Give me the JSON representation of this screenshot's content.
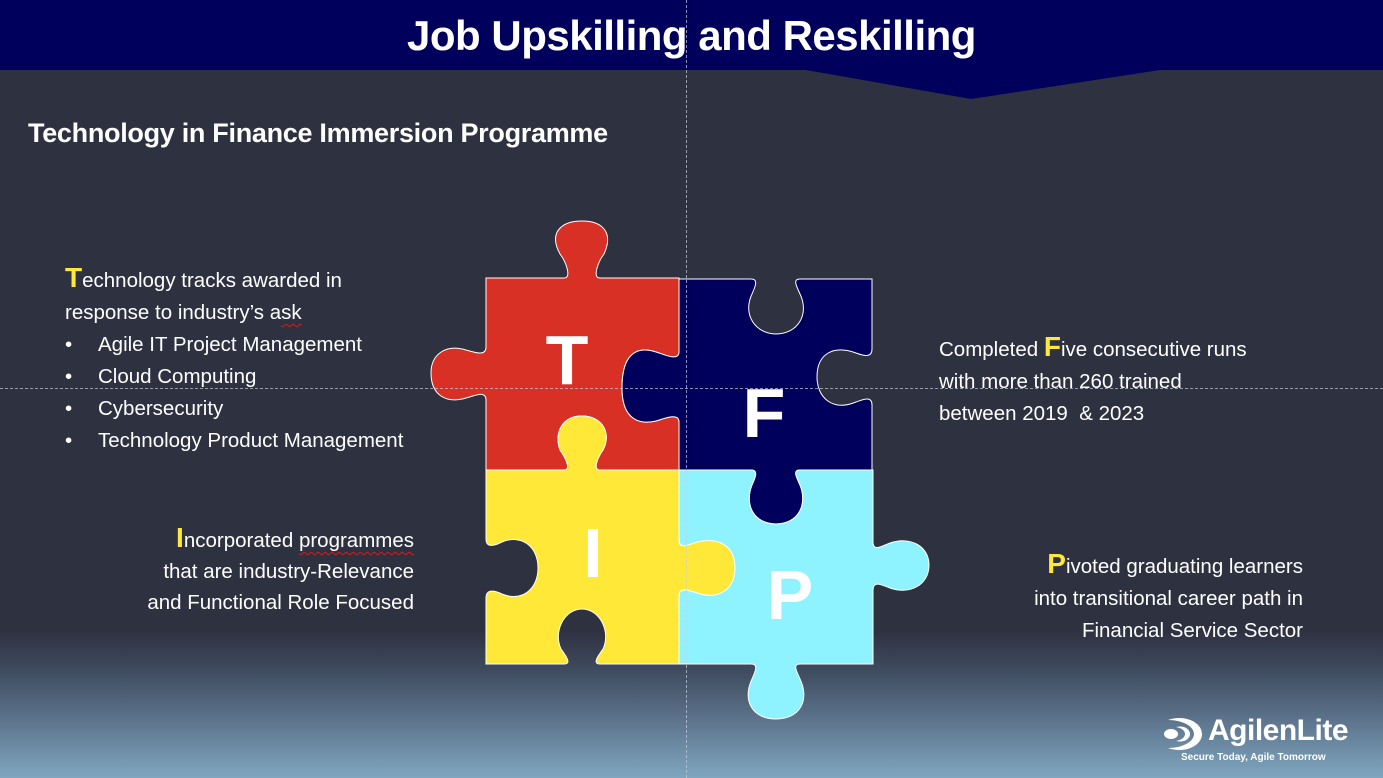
{
  "header": {
    "title": "Job Upskilling and Reskilling",
    "background_color": "#00005c"
  },
  "subtitle": "Technology in Finance Immersion Programme",
  "puzzle": {
    "pieces": [
      {
        "letter": "T",
        "color": "#d93025",
        "position": "top-left"
      },
      {
        "letter": "F",
        "color": "#00005c",
        "position": "top-right"
      },
      {
        "letter": "I",
        "color": "#ffe838",
        "position": "bottom-left"
      },
      {
        "letter": "P",
        "color": "#8ff3ff",
        "position": "bottom-right"
      }
    ]
  },
  "sections": {
    "t": {
      "initial": "T",
      "line1_rest": "echnology tracks awarded in",
      "line2_pre": "response to industry’s a",
      "line2_squiggle": "sk",
      "bullet": "•",
      "items": [
        "Agile IT Project Management",
        "Cloud Computing",
        "Cybersecurity",
        "Technology Product Management"
      ]
    },
    "i": {
      "initial": "I",
      "line1_rest": "ncorporated ",
      "line1_squiggle": "programmes",
      "line2": "that are industry-Relevance",
      "line3": "and Functional Role Focused"
    },
    "f": {
      "line1_pre": "Completed ",
      "initial": "F",
      "line1_rest": "ive consecutive runs",
      "line2": "with more than 260 trained",
      "line3": "between 2019  & 2023"
    },
    "p": {
      "initial": "P",
      "line1_rest": "ivoted graduating learners",
      "line2": "into transitional career path in",
      "line3": "Financial Service Sector"
    }
  },
  "logo": {
    "name": "AgilenLite",
    "tagline": "Secure Today, Agile Tomorrow"
  },
  "colors": {
    "background": "#2e3140",
    "accent_yellow": "#ffe838",
    "text": "#ffffff"
  }
}
